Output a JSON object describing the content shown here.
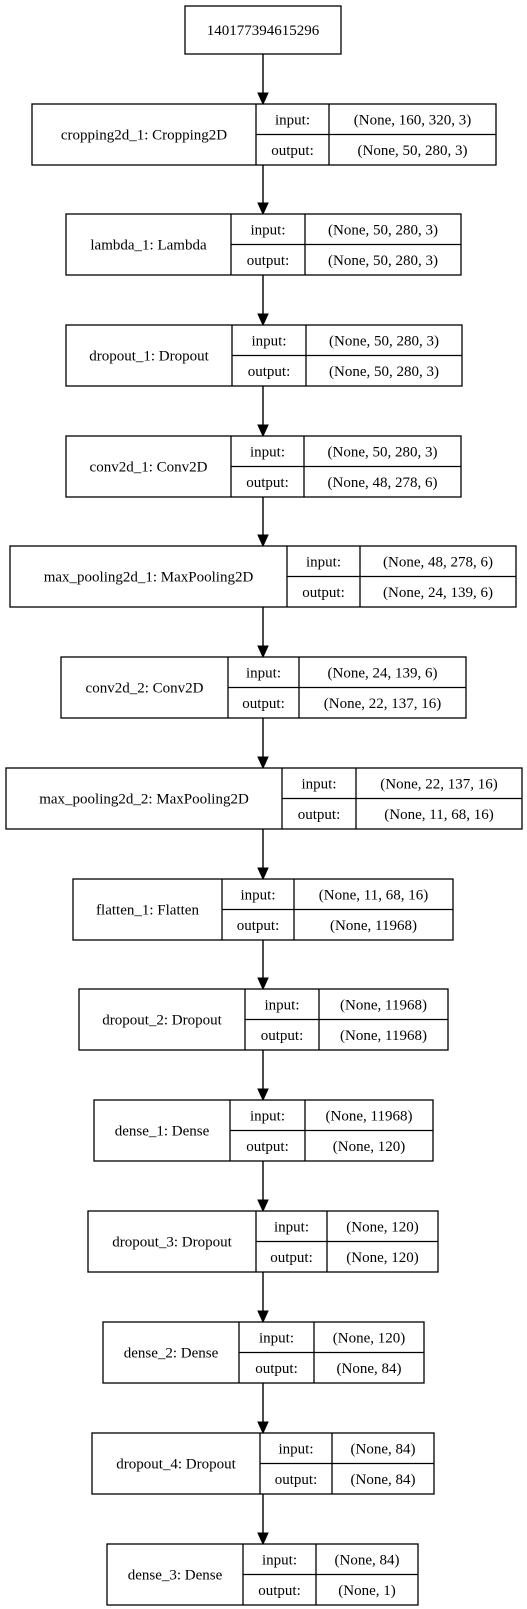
{
  "diagram": {
    "root_id": "140177394615296",
    "io_labels": {
      "input": "input:",
      "output": "output:"
    },
    "layers": [
      {
        "label": "cropping2d_1: Cropping2D",
        "input": "(None, 160, 320, 3)",
        "output": "(None, 50, 280, 3)"
      },
      {
        "label": "lambda_1: Lambda",
        "input": "(None, 50, 280, 3)",
        "output": "(None, 50, 280, 3)"
      },
      {
        "label": "dropout_1: Dropout",
        "input": "(None, 50, 280, 3)",
        "output": "(None, 50, 280, 3)"
      },
      {
        "label": "conv2d_1: Conv2D",
        "input": "(None, 50, 280, 3)",
        "output": "(None, 48, 278, 6)"
      },
      {
        "label": "max_pooling2d_1: MaxPooling2D",
        "input": "(None, 48, 278, 6)",
        "output": "(None, 24, 139, 6)"
      },
      {
        "label": "conv2d_2: Conv2D",
        "input": "(None, 24, 139, 6)",
        "output": "(None, 22, 137, 16)"
      },
      {
        "label": "max_pooling2d_2: MaxPooling2D",
        "input": "(None, 22, 137, 16)",
        "output": "(None, 11, 68, 16)"
      },
      {
        "label": "flatten_1: Flatten",
        "input": "(None, 11, 68, 16)",
        "output": "(None, 11968)"
      },
      {
        "label": "dropout_2: Dropout",
        "input": "(None, 11968)",
        "output": "(None, 11968)"
      },
      {
        "label": "dense_1: Dense",
        "input": "(None, 11968)",
        "output": "(None, 120)"
      },
      {
        "label": "dropout_3: Dropout",
        "input": "(None, 120)",
        "output": "(None, 120)"
      },
      {
        "label": "dense_2: Dense",
        "input": "(None, 120)",
        "output": "(None, 84)"
      },
      {
        "label": "dropout_4: Dropout",
        "input": "(None, 84)",
        "output": "(None, 84)"
      },
      {
        "label": "dense_3: Dense",
        "input": "(None, 84)",
        "output": "(None, 1)"
      }
    ]
  }
}
